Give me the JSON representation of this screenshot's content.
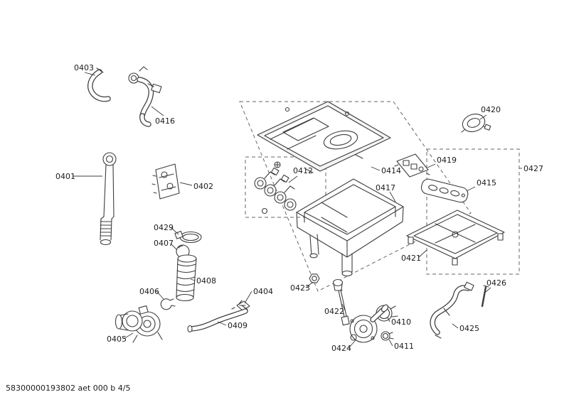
{
  "document": {
    "number": "58300000193802 aet 000 b 4/5"
  },
  "parts": [
    {
      "label": "0403"
    },
    {
      "label": "0416"
    },
    {
      "label": "0401"
    },
    {
      "label": "0402"
    },
    {
      "label": "0412"
    },
    {
      "label": "0414"
    },
    {
      "label": "0417"
    },
    {
      "label": "0419"
    },
    {
      "label": "0415"
    },
    {
      "label": "0420"
    },
    {
      "label": "0427"
    },
    {
      "label": "0429"
    },
    {
      "label": "0407"
    },
    {
      "label": "0408"
    },
    {
      "label": "0406"
    },
    {
      "label": "0404"
    },
    {
      "label": "0423"
    },
    {
      "label": "0409"
    },
    {
      "label": "0405"
    },
    {
      "label": "0422"
    },
    {
      "label": "0410"
    },
    {
      "label": "0424"
    },
    {
      "label": "0411"
    },
    {
      "label": "0421"
    },
    {
      "label": "0425"
    },
    {
      "label": "0426"
    }
  ]
}
